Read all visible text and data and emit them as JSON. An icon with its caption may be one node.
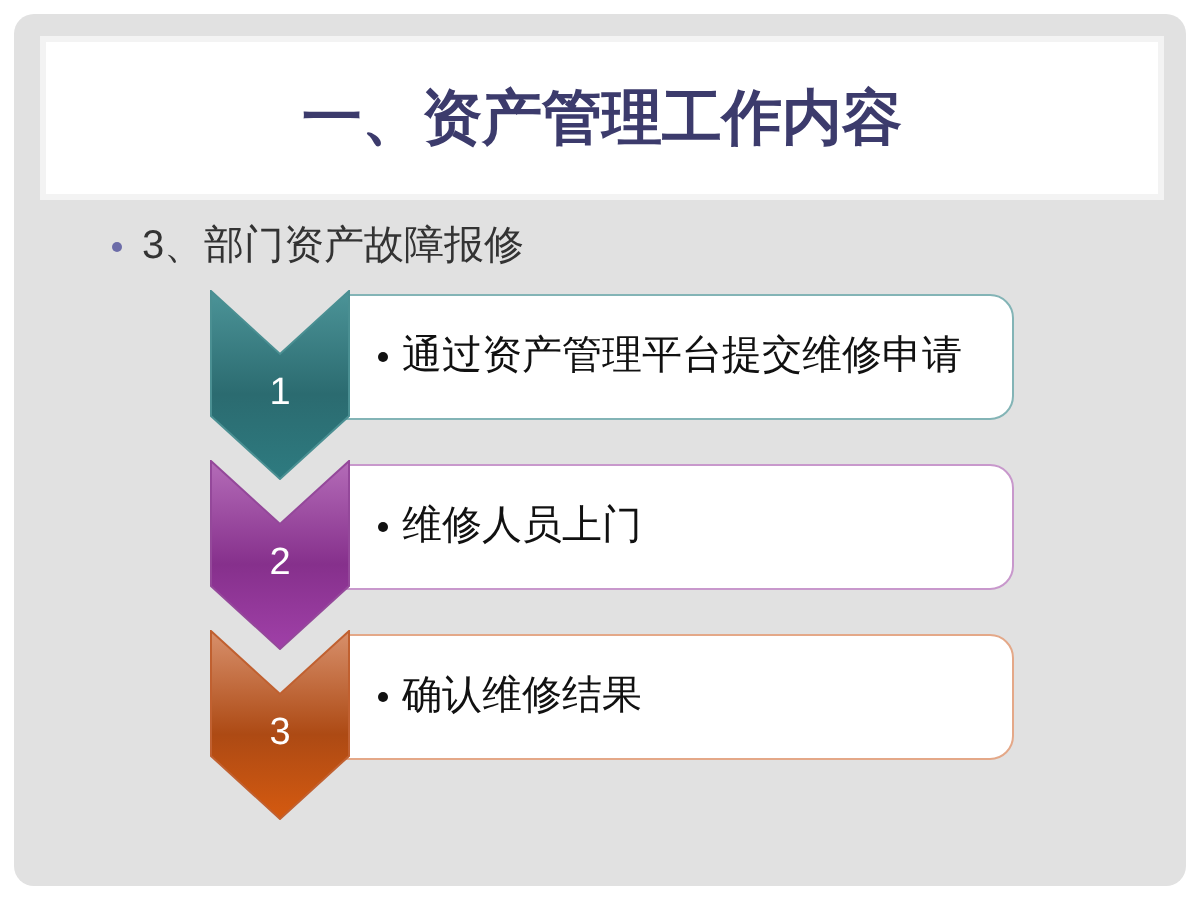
{
  "diagram": {
    "title": "一、资产管理工作内容",
    "nodes": [
      {
        "text": [
          "1"
        ]
      },
      {
        "text": [
          "通过资产管理平台提交维修申请"
        ]
      },
      {
        "text": [
          "2"
        ]
      },
      {
        "text": [
          "维修人员上门"
        ]
      },
      {
        "text": [
          "3"
        ]
      },
      {
        "text": [
          "确认维修结果"
        ]
      }
    ],
    "labels": [
      "3、部门资产故障报修"
    ]
  }
}
